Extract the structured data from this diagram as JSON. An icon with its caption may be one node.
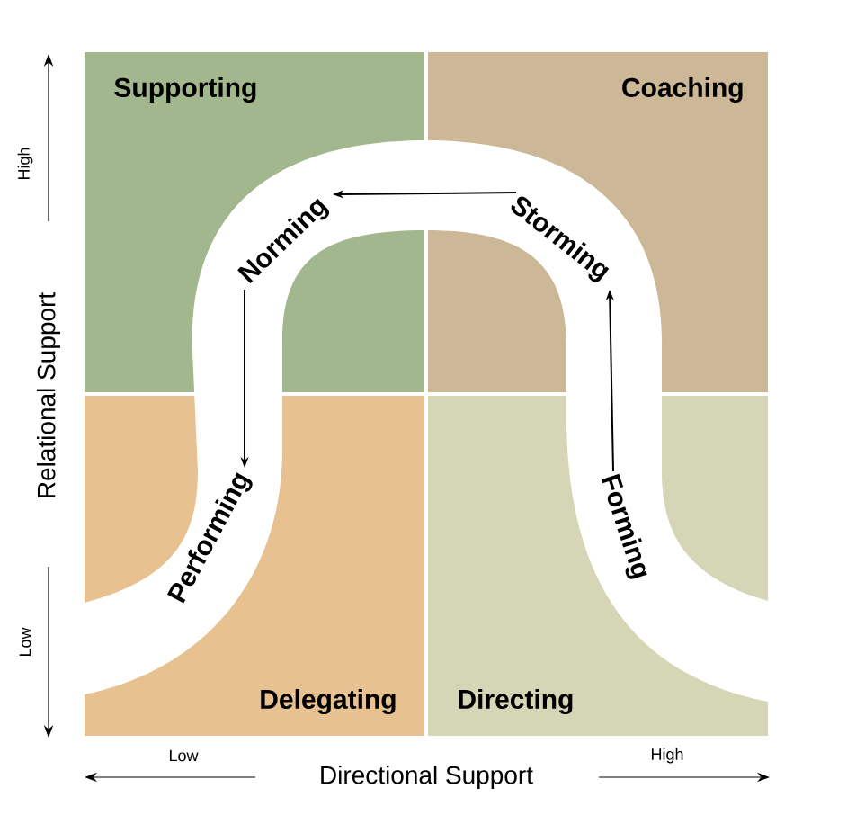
{
  "diagram": {
    "nodes": [
      {
        "text": [
          "Supporting"
        ]
      },
      {
        "text": [
          "Coaching"
        ]
      },
      {
        "text": [
          "Delegating"
        ]
      },
      {
        "text": [
          "Directing"
        ]
      },
      {
        "text": [
          "Forming"
        ],
        "in": 3
      },
      {
        "text": [
          "Storming"
        ],
        "in": 1
      },
      {
        "text": [
          "Norming"
        ],
        "in": 0
      },
      {
        "text": [
          "Performing"
        ],
        "in": 2
      }
    ],
    "edges": [
      {
        "from": 4,
        "to": 5,
        "arrow": "to"
      },
      {
        "from": 5,
        "to": 6,
        "arrow": "to"
      },
      {
        "from": 6,
        "to": 7,
        "arrow": "to"
      }
    ],
    "labels": [
      "High",
      "Relational Support",
      "Low",
      "Low",
      "Directional Support",
      "High"
    ]
  }
}
